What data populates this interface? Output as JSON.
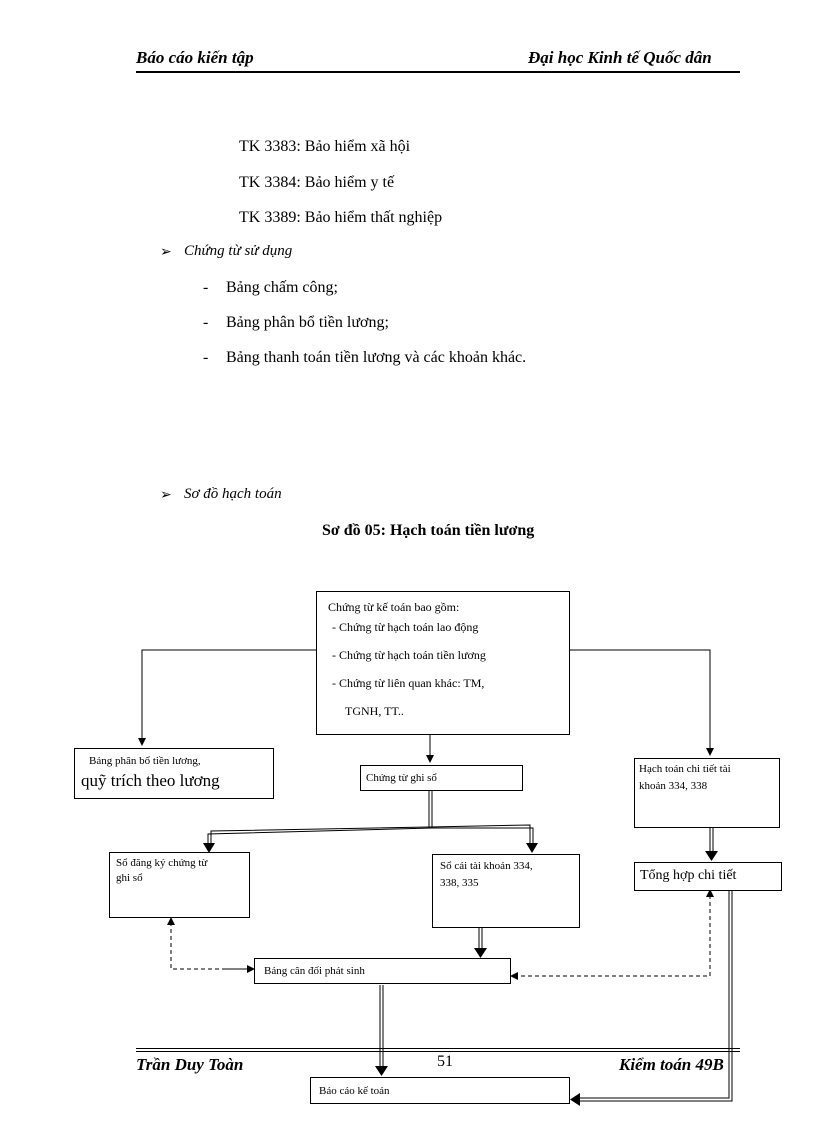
{
  "header": {
    "left": "Báo cáo kiến tập",
    "right": "Đại học Kinh tế Quốc dân"
  },
  "accounts": [
    "TK 3383: Bảo hiểm xã hội",
    "TK 3384: Bảo hiểm y tế",
    "TK 3389: Bảo hiểm thất nghiệp"
  ],
  "section_documents": {
    "heading": "Chứng từ sử dụng",
    "items": [
      "Bảng chấm công;",
      "Bảng phân bổ tiền lương;",
      "Bảng thanh toán tiền lương và các khoản khác."
    ],
    "dash": "-"
  },
  "section_diagram": {
    "heading": "Sơ đồ hạch toán",
    "title": "Sơ đồ 05: Hạch toán tiền lương"
  },
  "diagram": {
    "source": {
      "line1": "Chứng từ kế toán bao gồm:",
      "line2": "- Chứng từ hạch toán lao động",
      "line3": "- Chứng từ hạch toán tiền lương",
      "line4": "- Chứng từ liên quan khác: TM,",
      "line5": "TGNH, TT.."
    },
    "allocation": {
      "line1": "Bảng phân bổ tiền lương,",
      "line2": "quỹ trích theo lương"
    },
    "voucher": "Chứng từ ghi sổ",
    "detail": {
      "line1": "Hạch toán chi tiết tài",
      "line2": "khoản 334, 338"
    },
    "register": {
      "line1": "Sổ đăng ký chứng từ",
      "line2": "ghi sổ"
    },
    "ledger": {
      "line1": "Sổ cái tài khoản 334,",
      "line2": "338, 335"
    },
    "summary": "Tổng hợp chi tiết",
    "balance": "Bảng cân đối phát sinh",
    "report": "Báo cáo kế toán"
  },
  "footer": {
    "left": "Trần Duy Toàn",
    "page": "51",
    "right": "Kiểm toán 49B"
  }
}
